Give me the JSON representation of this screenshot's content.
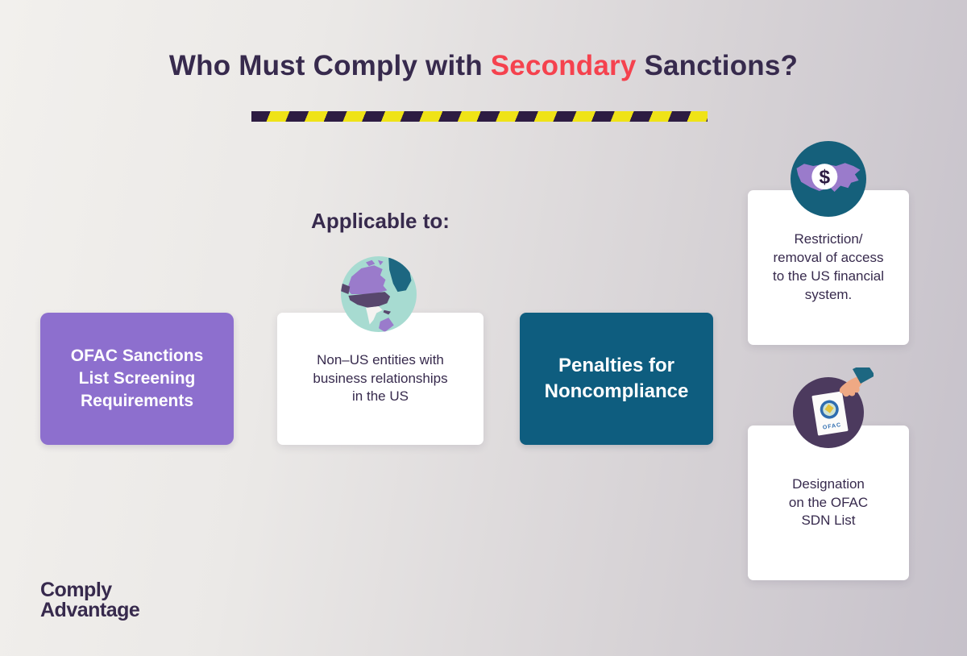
{
  "colors": {
    "ink": "#372a4d",
    "accent-red": "#f5424e",
    "purple-card": "#8d6fce",
    "teal-card": "#0e5d7f",
    "tape-dark": "#2d1c42",
    "tape-yellow": "#efe317",
    "icon-mint": "#a7dbd1",
    "icon-teal": "#15607b",
    "icon-plum": "#4c3a5e",
    "map-light-purple": "#9a7bcb",
    "map-dark-purple": "#58476d",
    "seal-blue": "#2f6db0",
    "sleeve-teal": "#1d6781",
    "skin": "#efa984"
  },
  "header": {
    "title_prefix": "Who Must Comply with ",
    "title_highlight": "Secondary",
    "title_suffix": " Sanctions?"
  },
  "applicable_label": "Applicable to:",
  "cards": {
    "ofac_screening": {
      "lines": [
        "OFAC Sanctions",
        "List Screening",
        "Requirements"
      ]
    },
    "non_us_entities": {
      "lines": [
        "Non–US entities with",
        "business relationships",
        "in the US"
      ]
    },
    "penalties": {
      "lines": [
        "Penalties for",
        "Noncompliance"
      ]
    },
    "restriction": {
      "lines": [
        "Restriction/",
        "removal of access",
        "to the US financial",
        "system."
      ]
    },
    "designation": {
      "lines": [
        "Designation",
        "on the OFAC",
        "SDN List"
      ]
    }
  },
  "icons": {
    "globe": "north-america-globe-icon",
    "dollar_map": "us-map-dollar-icon",
    "ofac_doc": "hand-holding-ofac-document-icon",
    "dollar_symbol": "$",
    "ofac_seal_label": "OFAC"
  },
  "logo": {
    "line1": "Comply",
    "line2": "Advantage"
  }
}
